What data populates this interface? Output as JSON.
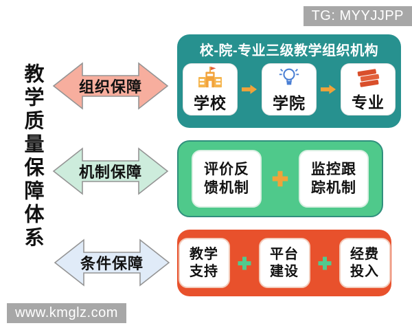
{
  "main_title": "教学质量保障体系",
  "watermarks": {
    "telegram": "TG: MYYJJPP",
    "website": "www.kmglz.com"
  },
  "rows": [
    {
      "arrow_label": "组织保障",
      "arrow_fill": "#f7ae9e",
      "arrow_stroke": "#949494",
      "box": {
        "bg": "#27918f",
        "title": "校-院-专业三级教学组织机构",
        "title_color": "#ffffff",
        "connector": "arrow",
        "connector_color": "#f0a33a",
        "items": [
          {
            "label": "学校",
            "icon": "school-building-icon",
            "icon_color": "#f2a33b"
          },
          {
            "label": "学院",
            "icon": "lightbulb-icon",
            "icon_color": "#4a7fd4"
          },
          {
            "label": "专业",
            "icon": "books-icon",
            "icon_color": "#d94f2b"
          }
        ]
      }
    },
    {
      "arrow_label": "机制保障",
      "arrow_fill": "#cdecdc",
      "arrow_stroke": "#949494",
      "box": {
        "bg": "#4fc98b",
        "connector": "plus",
        "connector_color": "#f0a33a",
        "items": [
          {
            "label": "评价反馈机制",
            "lines": [
              "评价反",
              "馈机制"
            ]
          },
          {
            "label": "监控跟踪机制",
            "lines": [
              "监控跟",
              "踪机制"
            ]
          }
        ]
      }
    },
    {
      "arrow_label": "条件保障",
      "arrow_fill": "#e0ebf8",
      "arrow_stroke": "#949494",
      "box": {
        "bg": "#e8512c",
        "connector": "plus",
        "connector_color": "#52c98e",
        "items": [
          {
            "label": "教学支持",
            "lines": [
              "教学",
              "支持"
            ]
          },
          {
            "label": "平台建设",
            "lines": [
              "平台",
              "建设"
            ]
          },
          {
            "label": "经费投入",
            "lines": [
              "经费",
              "投入"
            ]
          }
        ]
      }
    }
  ]
}
